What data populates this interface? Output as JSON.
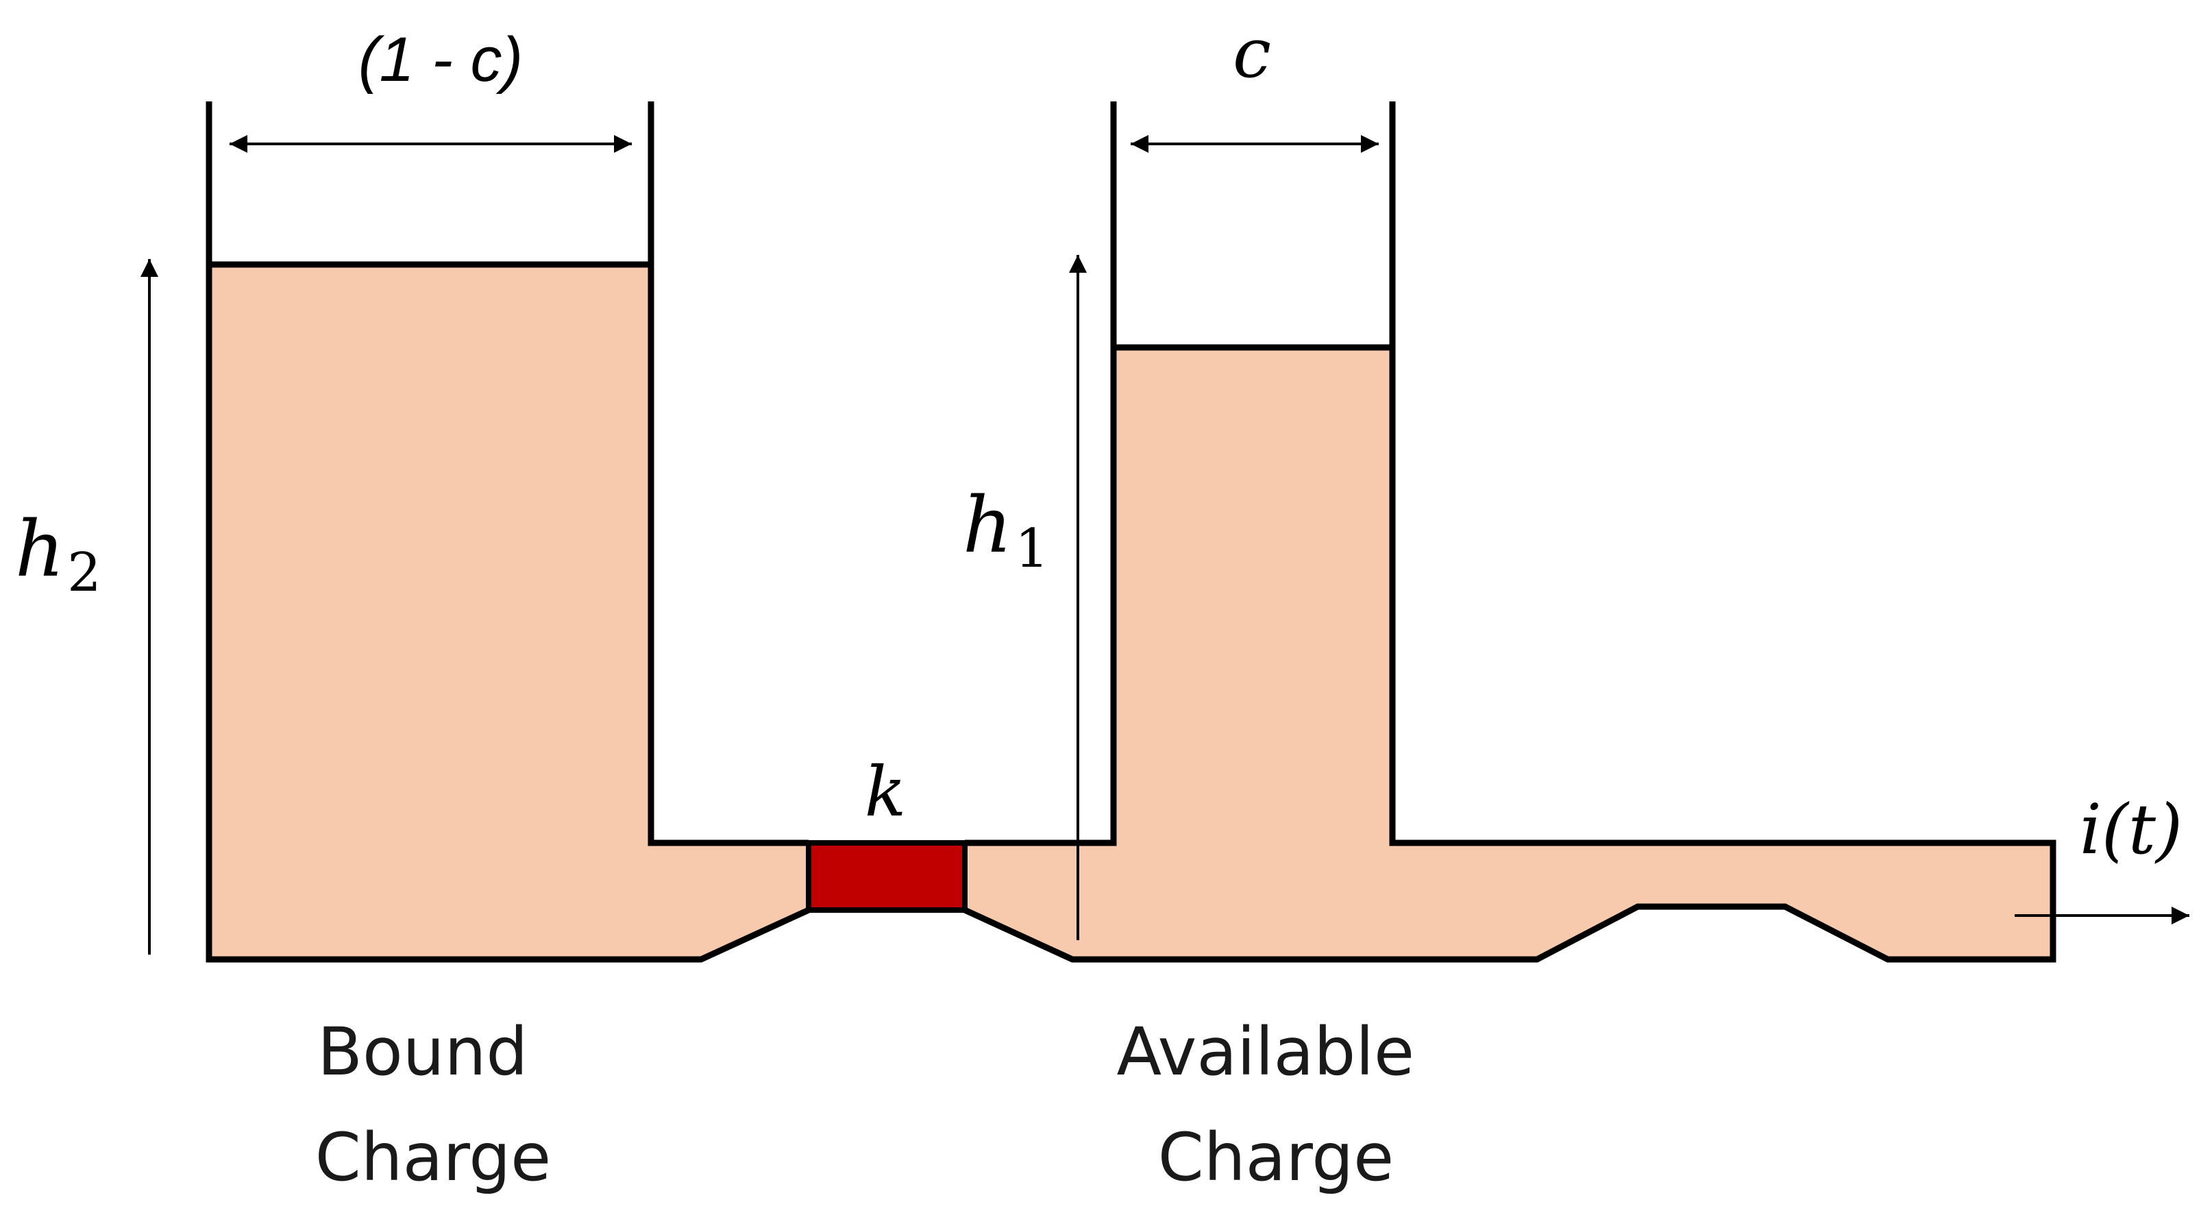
{
  "colors": {
    "fill": "#f7c9ad",
    "valve": "#c00000",
    "stroke": "#000000"
  },
  "labels": {
    "bound_width": "(1 - c)",
    "available_width": "c",
    "bound_height_symbol": "h",
    "bound_height_subscript": "2",
    "available_height_symbol": "h",
    "available_height_subscript": "1",
    "valve": "k",
    "current": "i(t)",
    "bound_line1": "Bound",
    "bound_line2": "Charge",
    "available_line1": "Available",
    "available_line2": "Charge"
  }
}
